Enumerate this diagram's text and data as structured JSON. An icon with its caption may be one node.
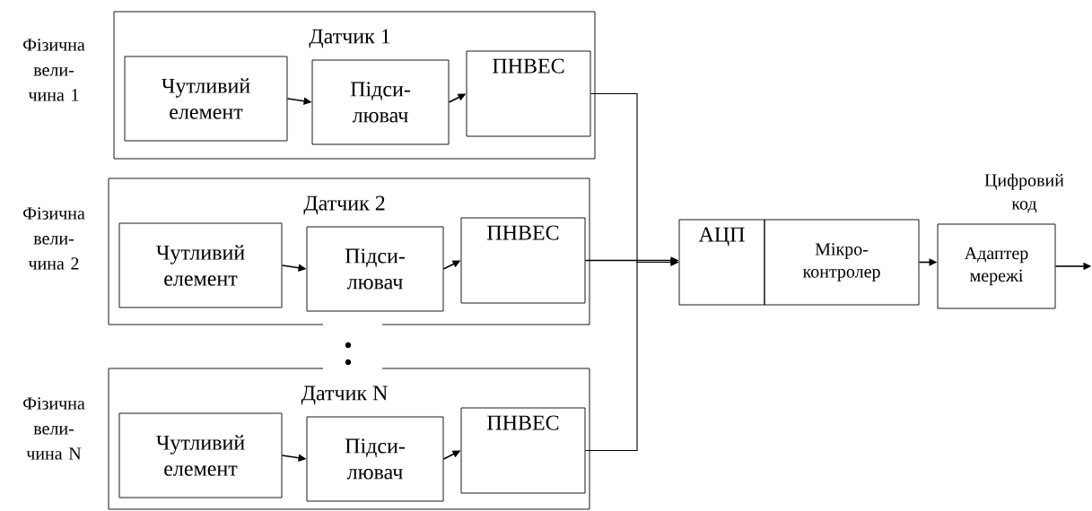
{
  "diagram": {
    "nodes": [
      {
        "text": [
          "Датчик 1"
        ]
      },
      {
        "text": [
          "Чутливий елемент"
        ],
        "in": 0
      },
      {
        "text": [
          "Підси- лювач"
        ],
        "in": 0
      },
      {
        "text": [
          "ПНВЕС"
        ],
        "in": 0
      },
      {
        "text": [
          "Датчик 2"
        ]
      },
      {
        "text": [
          "Чутливий елемент"
        ],
        "in": 4
      },
      {
        "text": [
          "Підси- лювач"
        ],
        "in": 4
      },
      {
        "text": [
          "ПНВЕС"
        ],
        "in": 4
      },
      {
        "text": [
          "Датчик N"
        ]
      },
      {
        "text": [
          "Чутливий елемент"
        ],
        "in": 8
      },
      {
        "text": [
          "Підси- лювач"
        ],
        "in": 8
      },
      {
        "text": [
          "ПНВЕС"
        ],
        "in": 8
      },
      {
        "text": [
          "АЦП"
        ]
      },
      {
        "text": [
          "Мікро- контролер"
        ]
      },
      {
        "text": [
          "Адаптер мережі"
        ]
      }
    ],
    "edges": [
      {
        "from": 1,
        "to": 2,
        "arrow": "to"
      },
      {
        "from": 2,
        "to": 3,
        "arrow": "to"
      },
      {
        "from": 5,
        "to": 6,
        "arrow": "to"
      },
      {
        "from": 6,
        "to": 7,
        "arrow": "to"
      },
      {
        "from": 9,
        "to": 10,
        "arrow": "to"
      },
      {
        "from": 10,
        "to": 11,
        "arrow": "to"
      },
      {
        "from": 3,
        "to": 12,
        "arrow": "to"
      },
      {
        "from": 7,
        "to": 12,
        "arrow": "to"
      },
      {
        "from": 11,
        "to": 12,
        "arrow": "to"
      },
      {
        "from": 13,
        "to": 14,
        "arrow": "to"
      },
      {
        "from": 14,
        "to": null,
        "arrow": "to",
        "label": "Цифровий код"
      }
    ],
    "labels": [
      "Фізична вели- чина 1",
      "Фізична вели- чина 2",
      "Фізична вели- чина N"
    ]
  }
}
